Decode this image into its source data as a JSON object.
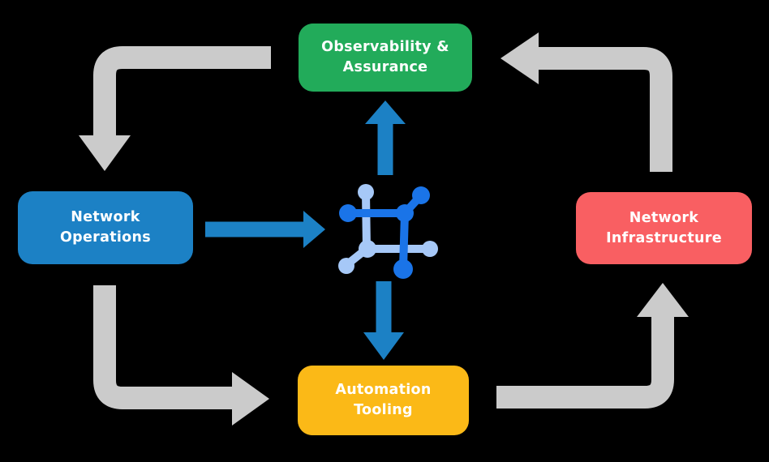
{
  "diagram": {
    "background": "#000000",
    "text_color": "#FFFFFF",
    "palette": {
      "green": "#22AB5A",
      "blue": "#1C81C5",
      "red": "#F95F62",
      "yellow": "#FBB917",
      "gray_arrow": "#CBCBCB",
      "blue_arrow": "#1C81C5",
      "icon_dark_blue": "#1A74E8",
      "icon_light_blue": "#A6C8F7"
    },
    "nodes": [
      {
        "id": "observability-assurance",
        "label": "Observability &\nAssurance",
        "color": "#22AB5A"
      },
      {
        "id": "network-operations",
        "label": "Network\nOperations",
        "color": "#1C81C5"
      },
      {
        "id": "network-infrastructure",
        "label": "Network\nInfrastructure",
        "color": "#F95F62"
      },
      {
        "id": "automation-tooling",
        "label": "Automation\nTooling",
        "color": "#FBB917"
      }
    ],
    "center_icon": "network-automation-icon",
    "connections": [
      {
        "from": "observability-assurance",
        "to": "network-operations",
        "style": "gray-elbow"
      },
      {
        "from": "network-operations",
        "to": "automation-tooling",
        "style": "gray-elbow"
      },
      {
        "from": "automation-tooling",
        "to": "network-infrastructure",
        "style": "gray-elbow"
      },
      {
        "from": "network-infrastructure",
        "to": "observability-assurance",
        "style": "gray-elbow"
      },
      {
        "from": "network-operations",
        "to": "center-icon",
        "style": "blue-straight"
      },
      {
        "from": "center-icon",
        "to": "observability-assurance",
        "style": "blue-straight"
      },
      {
        "from": "center-icon",
        "to": "automation-tooling",
        "style": "blue-straight"
      }
    ]
  }
}
